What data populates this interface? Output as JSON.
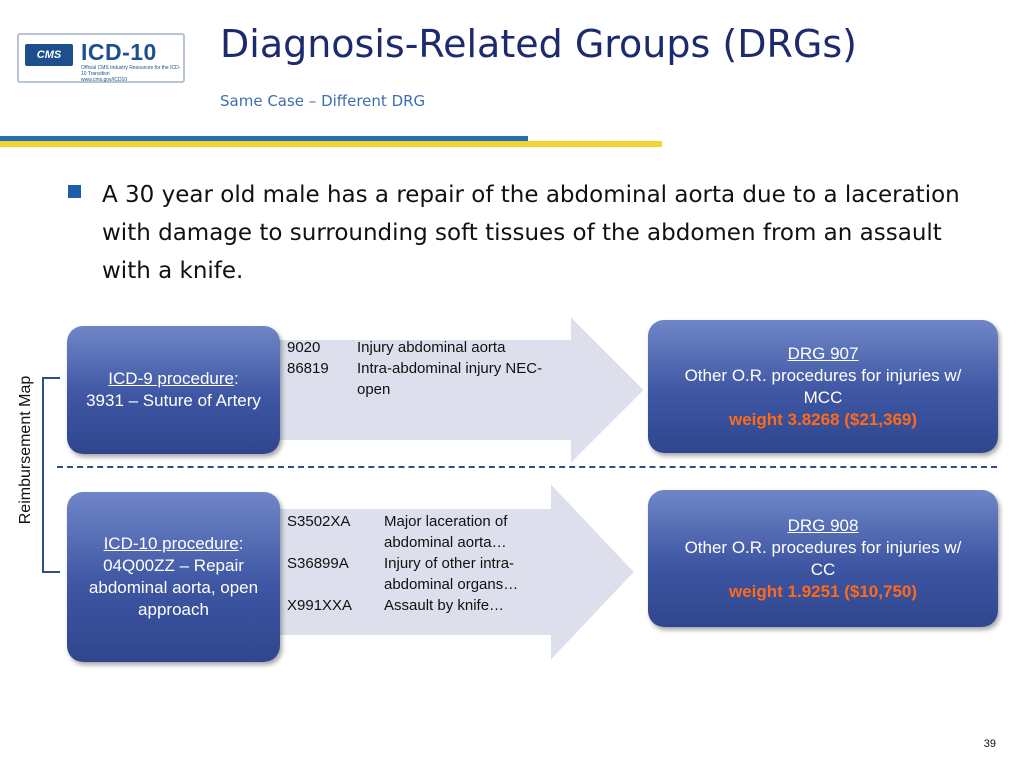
{
  "logo": {
    "cms": "CMS",
    "brand": "ICD-10",
    "tagline": "Official CMS Industry Resources for the ICD-10 Transition",
    "url": "www.cms.gov/ICD10"
  },
  "header": {
    "title": "Diagnosis-Related Groups (DRGs)",
    "subtitle": "Same Case – Different DRG"
  },
  "bullet": {
    "text": "A 30 year old male has a repair of the abdominal aorta due to a laceration with damage to surrounding soft tissues of the abdomen from an assault with a knife."
  },
  "side_label": "Reimbursement Map",
  "icd9": {
    "label": "ICD-9 procedure",
    "colon": ":",
    "detail": "3931 – Suture of Artery",
    "codes": [
      {
        "code": "9020",
        "desc": "Injury abdominal aorta"
      },
      {
        "code": "86819",
        "desc": "Intra-abdominal injury NEC- open"
      }
    ],
    "drg": {
      "title": "DRG 907",
      "desc": "Other O.R. procedures for injuries w/ MCC",
      "weight": "weight 3.8268 ($21,369)"
    }
  },
  "icd10": {
    "label": "ICD-10 procedure",
    "colon": ":",
    "detail": "04Q00ZZ – Repair abdominal aorta, open approach",
    "codes": [
      {
        "code": "S3502XA",
        "desc": "Major laceration of abdominal aorta…"
      },
      {
        "code": "S36899A",
        "desc": "Injury of other intra-abdominal organs…"
      },
      {
        "code": "X991XXA",
        "desc": "Assault by knife…"
      }
    ],
    "drg": {
      "title": "DRG 908",
      "desc": "Other O.R. procedures for injuries w/ CC",
      "weight": "weight 1.9251 ($10,750)"
    }
  },
  "colors": {
    "title": "#1d2a6e",
    "box_blue": "#3e56a3",
    "arrow_fill": "#dde0ec",
    "weight_orange": "#ff6a1a",
    "rule_yellow": "#f2d22e",
    "rule_blue": "#1f6fb2"
  },
  "page_number": "39"
}
